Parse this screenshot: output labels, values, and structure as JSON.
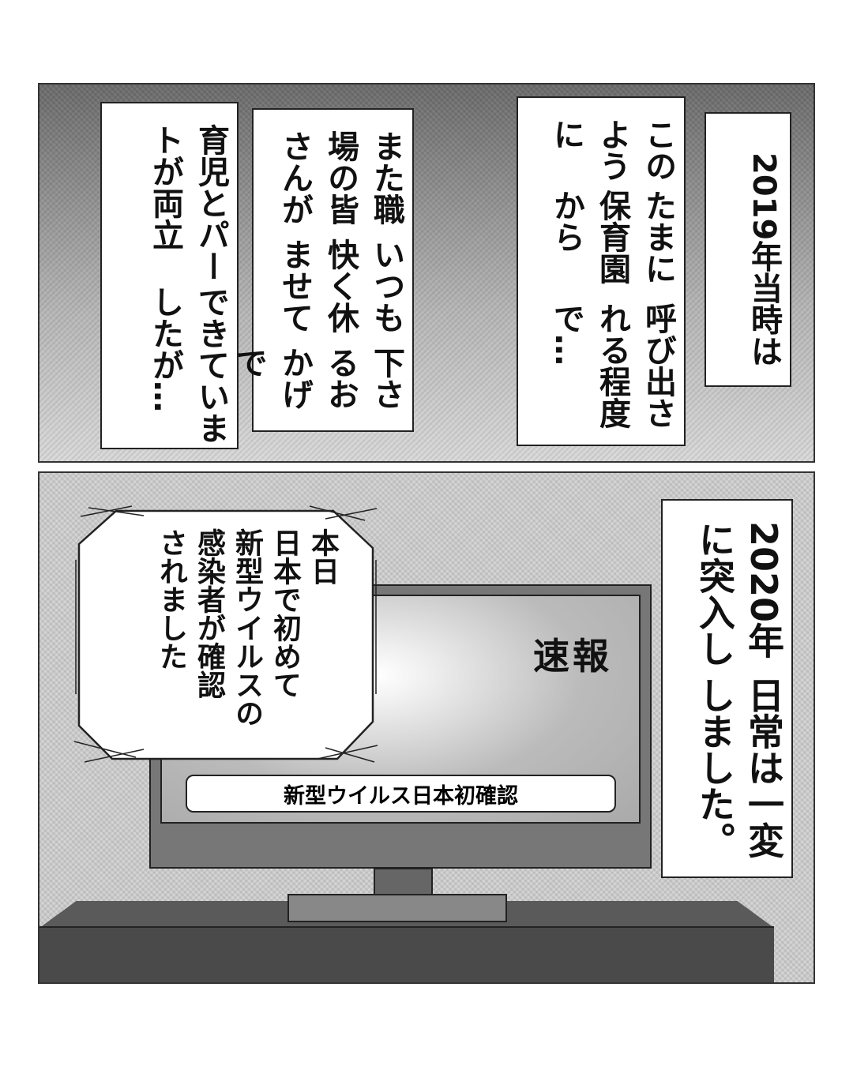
{
  "panel1": {
    "boxes": [
      {
        "lines": [
          "2019年当時は"
        ]
      },
      {
        "lines": [
          "このように",
          "たまに保育園から",
          "呼び出される程度で…"
        ]
      },
      {
        "lines": [
          "また職場の皆さんが",
          "いつも快く休ませて",
          "下さるおかげで"
        ]
      },
      {
        "lines": [
          "育児とパートが両立",
          "できていましたが…"
        ]
      }
    ]
  },
  "panel2": {
    "narration": {
      "lines": [
        "2020年に突入し",
        "日常は一変しました。"
      ]
    },
    "tv": {
      "flash": "速報",
      "caption": "新型ウイルス日本初確認"
    },
    "bubble": {
      "lines": [
        "本日",
        "日本で初めて",
        "新型ウイルスの",
        "感染者が確認",
        "されました"
      ]
    }
  }
}
